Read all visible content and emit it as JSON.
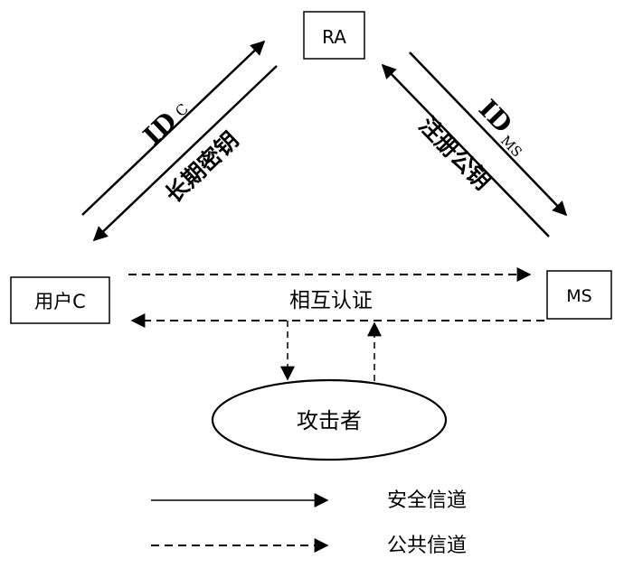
{
  "diagram": {
    "nodes": {
      "ra": {
        "label": "RA"
      },
      "user": {
        "label": "用户C"
      },
      "ms": {
        "label": "MS"
      },
      "attacker": {
        "label": "攻击者"
      }
    },
    "edges": {
      "user_to_ra": {
        "label_main": "ID",
        "label_sub": "C",
        "channel": "secure"
      },
      "ra_to_user": {
        "label": "长期密钥",
        "channel": "secure"
      },
      "ms_to_ra": {
        "label_main": "ID",
        "label_sub": "MS",
        "channel": "secure"
      },
      "ra_to_ms": {
        "label": "注册公钥",
        "channel": "secure"
      },
      "mutual_auth": {
        "label": "相互认证",
        "channel": "public"
      },
      "to_attacker": {
        "channel": "public"
      },
      "from_attacker": {
        "channel": "public"
      }
    },
    "legend": [
      {
        "style": "solid",
        "label": "安全信道"
      },
      {
        "style": "dashed",
        "label": "公共信道"
      }
    ]
  },
  "colors": {
    "stroke": "#000000",
    "background": "#ffffff"
  }
}
